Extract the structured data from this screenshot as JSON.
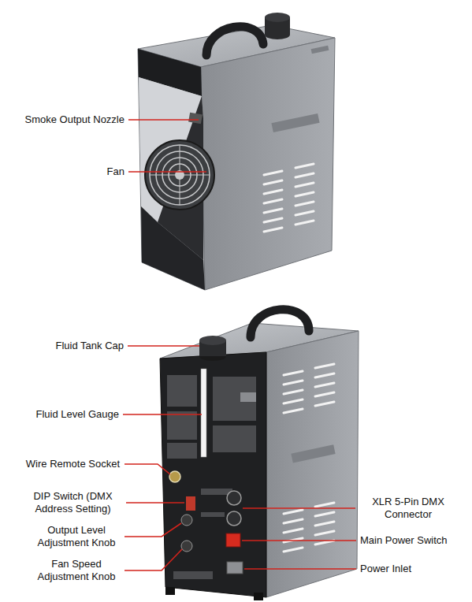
{
  "diagram": {
    "labels": [
      "Smoke Output Nozzle",
      "Fan",
      "Fluid Tank Cap",
      "Fluid Level Gauge",
      "Wire Remote Socket",
      "DIP Switch (DMX Address Setting)",
      "Output Level Adjustment Knob",
      "Fan Speed Adjustment Knob",
      "XLR 5-Pin DMX Connector",
      "Main Power Switch",
      "Power Inlet"
    ]
  }
}
